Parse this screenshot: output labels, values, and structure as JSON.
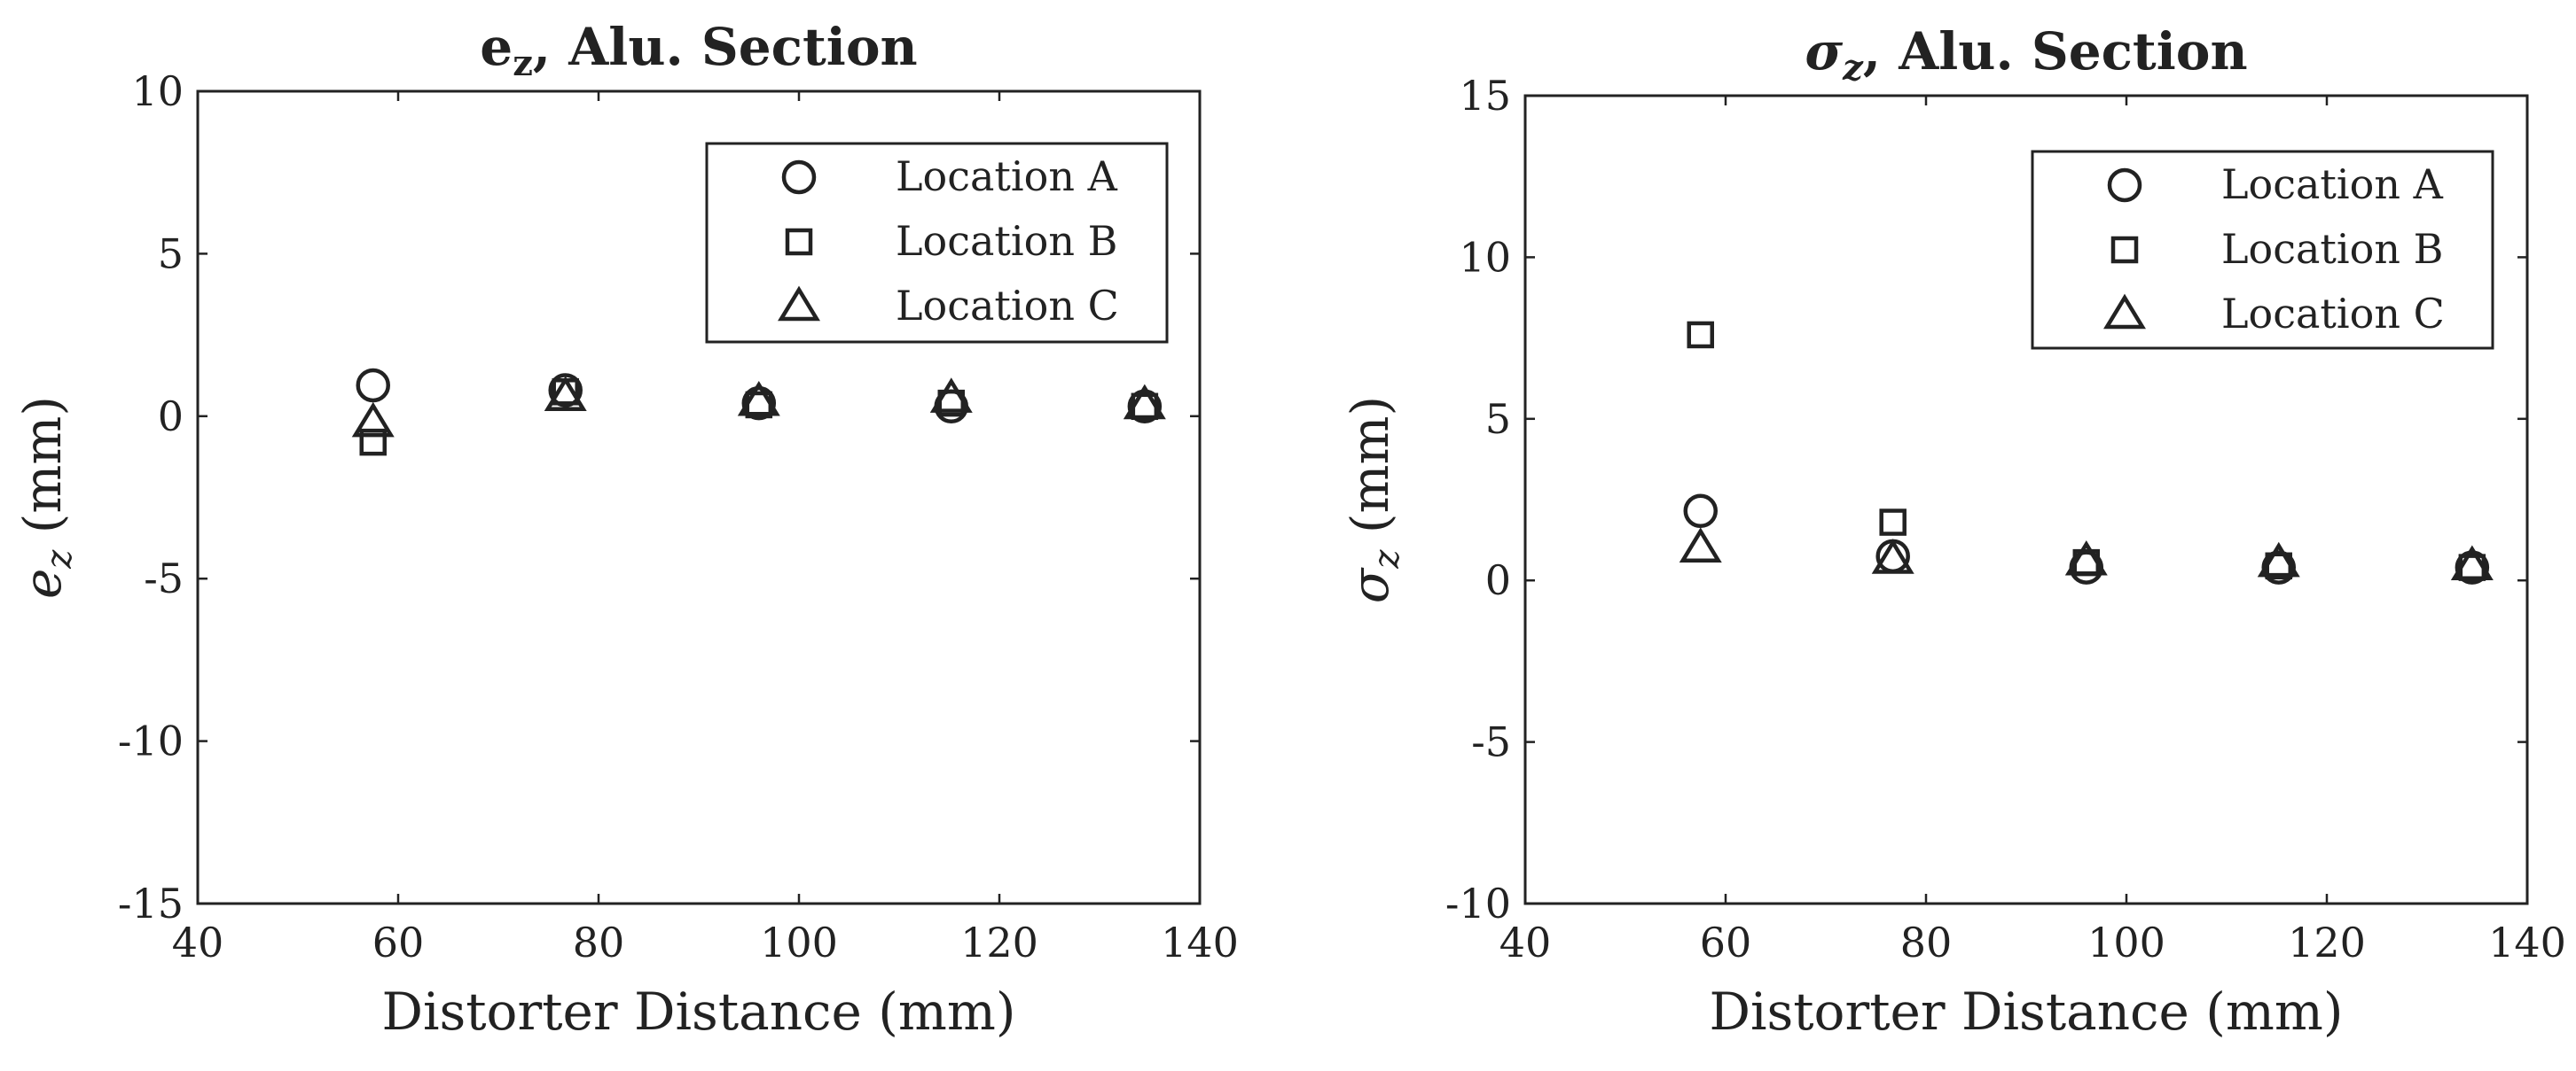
{
  "chart_data": [
    {
      "type": "scatter",
      "title": "e_z, Alu. Section",
      "title_main": "e",
      "title_sub": "z",
      "title_rest": ", Alu. Section",
      "xlabel": "Distorter Distance (mm)",
      "ylabel": "e_z (mm)",
      "ylabel_sym": "e",
      "ylabel_sub": "z",
      "ylabel_unit": " (mm)",
      "xlim": [
        40,
        140
      ],
      "ylim": [
        -15,
        10
      ],
      "xticks": [
        40,
        60,
        80,
        100,
        120,
        140
      ],
      "yticks": [
        -15,
        -10,
        -5,
        0,
        5,
        10
      ],
      "grid": false,
      "legend_position": "top-right",
      "series": [
        {
          "name": "Location A",
          "marker": "circle",
          "x": [
            57.5,
            76.7,
            96.0,
            115.2,
            134.5
          ],
          "y": [
            0.95,
            0.8,
            0.4,
            0.3,
            0.3
          ]
        },
        {
          "name": "Location B",
          "marker": "square",
          "x": [
            57.5,
            76.7,
            96.0,
            115.2,
            134.5
          ],
          "y": [
            -0.8,
            0.75,
            0.35,
            0.4,
            0.3
          ]
        },
        {
          "name": "Location C",
          "marker": "triangle",
          "x": [
            57.5,
            76.7,
            96.0,
            115.2,
            134.5
          ],
          "y": [
            -0.2,
            0.6,
            0.45,
            0.55,
            0.35
          ]
        }
      ]
    },
    {
      "type": "scatter",
      "title": "σ_z, Alu. Section",
      "title_main": "σ",
      "title_sub": "z",
      "title_rest": ", Alu. Section",
      "xlabel": "Distorter Distance (mm)",
      "ylabel": "σ_z (mm)",
      "ylabel_sym": "σ",
      "ylabel_sub": "z",
      "ylabel_unit": " (mm)",
      "xlim": [
        40,
        140
      ],
      "ylim": [
        -10,
        15
      ],
      "xticks": [
        40,
        60,
        80,
        100,
        120,
        140
      ],
      "yticks": [
        -10,
        -5,
        0,
        5,
        10,
        15
      ],
      "grid": false,
      "legend_position": "top-right",
      "series": [
        {
          "name": "Location A",
          "marker": "circle",
          "x": [
            57.5,
            76.7,
            96.0,
            115.2,
            134.5
          ],
          "y": [
            2.15,
            0.75,
            0.4,
            0.4,
            0.4
          ]
        },
        {
          "name": "Location B",
          "marker": "square",
          "x": [
            57.5,
            76.7,
            96.0,
            115.2,
            134.5
          ],
          "y": [
            7.6,
            1.8,
            0.55,
            0.45,
            0.4
          ]
        },
        {
          "name": "Location C",
          "marker": "triangle",
          "x": [
            57.5,
            76.7,
            96.0,
            115.2,
            134.5
          ],
          "y": [
            1.0,
            0.65,
            0.6,
            0.55,
            0.45
          ]
        }
      ]
    }
  ]
}
